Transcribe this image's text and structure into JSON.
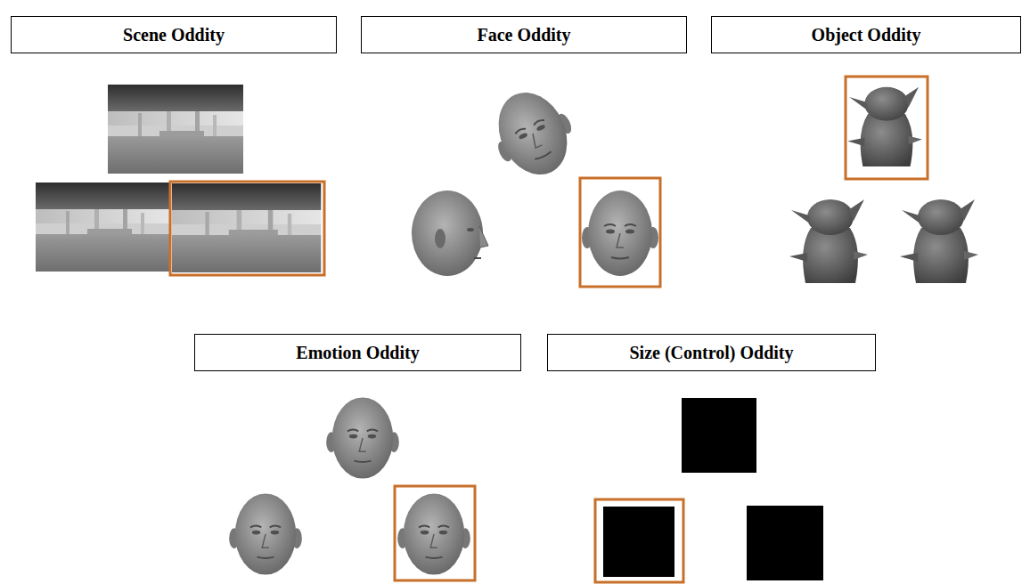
{
  "diagram": {
    "nodes": [
      {
        "text": [
          "Scene Oddity"
        ]
      },
      {
        "text": [
          "Face Oddity"
        ]
      },
      {
        "text": [
          "Object Oddity"
        ]
      },
      {
        "text": [
          "Emotion Oddity"
        ]
      },
      {
        "text": [
          "Size (Control) Oddity"
        ]
      }
    ]
  }
}
